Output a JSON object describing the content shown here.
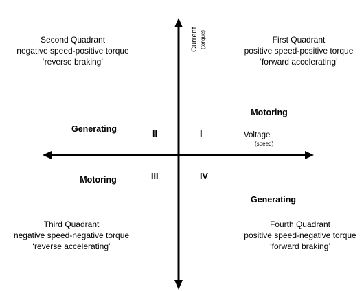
{
  "axes": {
    "vertical_label": "Current",
    "vertical_sublabel": "(torque)",
    "horizontal_label": "Voltage",
    "horizontal_sublabel": "(speed)"
  },
  "quadrants": [
    {
      "numeral": "I",
      "title": "First Quadrant",
      "description": "positive speed-positive torque",
      "mode": "‘forward accelerating’",
      "operation": "Motoring"
    },
    {
      "numeral": "II",
      "title": "Second Quadrant",
      "description": "negative speed-positive torque",
      "mode": "‘reverse braking’",
      "operation": "Generating"
    },
    {
      "numeral": "III",
      "title": "Third Quadrant",
      "description": "negative speed-negative torque",
      "mode": "‘reverse accelerating’",
      "operation": "Motoring"
    },
    {
      "numeral": "IV",
      "title": "Fourth Quadrant",
      "description": "positive speed-negative torque",
      "mode": "‘forward braking’",
      "operation": "Generating"
    }
  ],
  "colors": {
    "axis": "#000000",
    "text": "#000000",
    "background": "#ffffff"
  }
}
